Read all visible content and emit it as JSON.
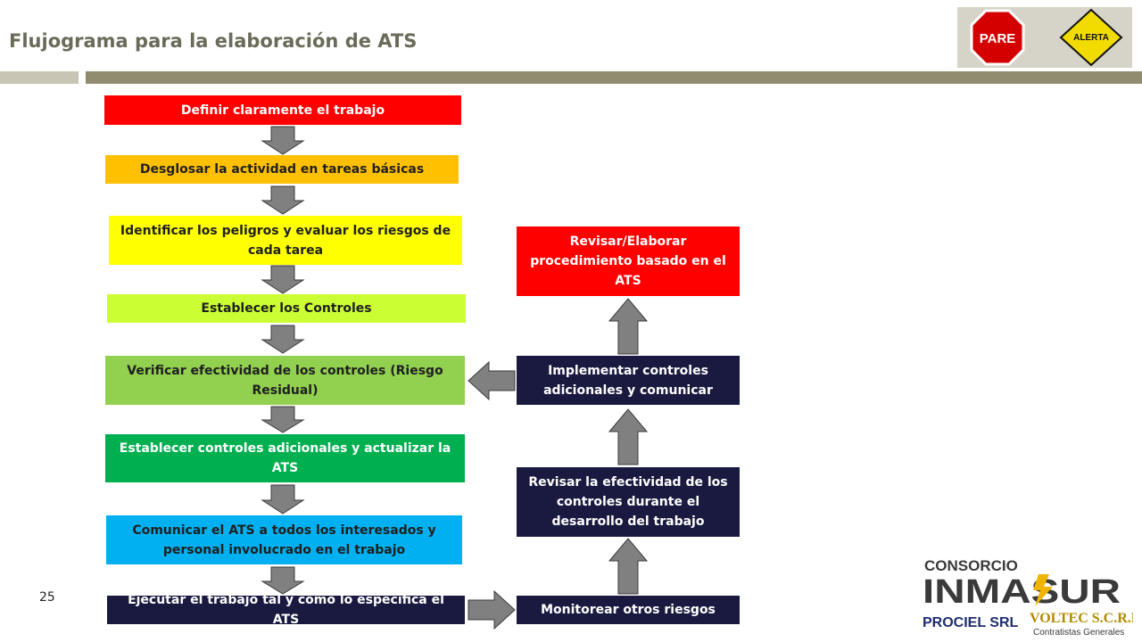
{
  "title": "Flujograma para la elaboración de ATS",
  "page_number": "25",
  "logos": {
    "stop_sign": "PARE",
    "warning_sign": "ALERTA",
    "consortium_label": "CONSORCIO",
    "consortium_name": "INMASUR",
    "company_1": "PROCIEL SRL",
    "company_2": "VOLTEC S.C.R.L.",
    "company_2_subtitle": "Contratistas Generales"
  },
  "left_column": [
    {
      "text": "Definir claramente el trabajo",
      "color": "#ff0000"
    },
    {
      "text": "Desglosar la actividad en tareas básicas",
      "color": "#ffc000"
    },
    {
      "text": "Identificar los peligros y evaluar los riesgos de cada tarea",
      "color": "#ffff00"
    },
    {
      "text": "Establecer los Controles",
      "color": "#ccff33"
    },
    {
      "text": "Verificar efectividad de los controles (Riesgo Residual)",
      "color": "#92d050"
    },
    {
      "text": "Establecer controles adicionales y actualizar la ATS",
      "color": "#00b050"
    },
    {
      "text": "Comunicar el ATS a todos los interesados y personal involucrado en el trabajo",
      "color": "#00b0f0"
    },
    {
      "text": "Ejecutar el trabajo tal y como lo especifica el ATS",
      "color": "#1a1a40"
    }
  ],
  "right_column": [
    {
      "text": "Revisar/Elaborar procedimiento basado en el ATS",
      "color": "#ff0000"
    },
    {
      "text": "Implementar controles adicionales y comunicar",
      "color": "#1a1a40"
    },
    {
      "text": "Revisar la efectividad de los controles durante el desarrollo del trabajo",
      "color": "#1a1a40"
    },
    {
      "text": "Monitorear otros riesgos",
      "color": "#1a1a40"
    }
  ],
  "arrow_color": "#808080"
}
